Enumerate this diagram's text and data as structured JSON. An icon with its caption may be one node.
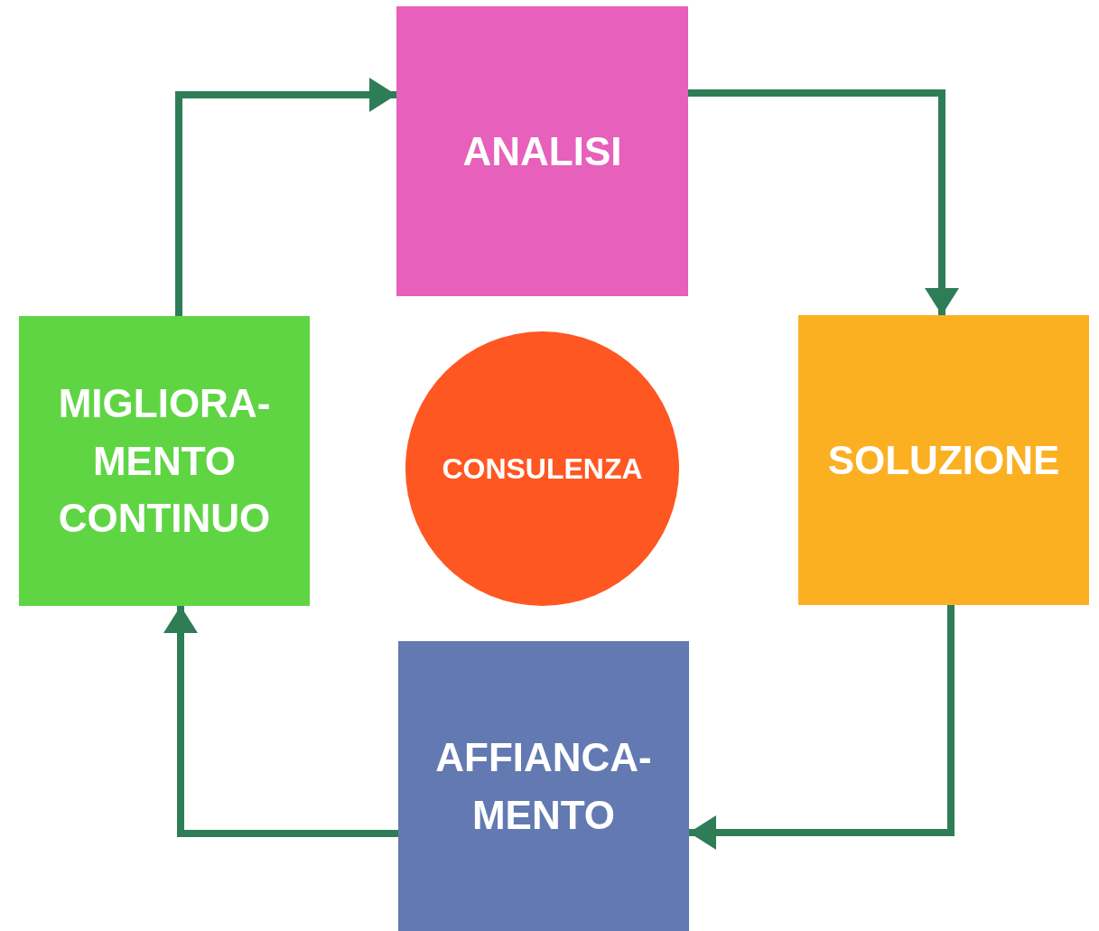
{
  "diagram": {
    "nodes": [
      {
        "text": [
          "ANALISI"
        ]
      },
      {
        "text": [
          "MIGLIORA- MENTO CONTINUO"
        ]
      },
      {
        "text": [
          "CONSULENZA"
        ]
      },
      {
        "text": [
          "SOLUZIONE"
        ]
      },
      {
        "text": [
          "AFFIANCA- MENTO"
        ]
      }
    ],
    "edges": [
      {
        "from": 1,
        "to": 0,
        "arrow": "to",
        "color": "#2e7d57"
      },
      {
        "from": 0,
        "to": 3,
        "arrow": "to",
        "color": "#2e7d57"
      },
      {
        "from": 3,
        "to": 4,
        "arrow": "to",
        "color": "#2e7d57"
      },
      {
        "from": 4,
        "to": 1,
        "arrow": "to",
        "color": "#2e7d57"
      }
    ]
  }
}
